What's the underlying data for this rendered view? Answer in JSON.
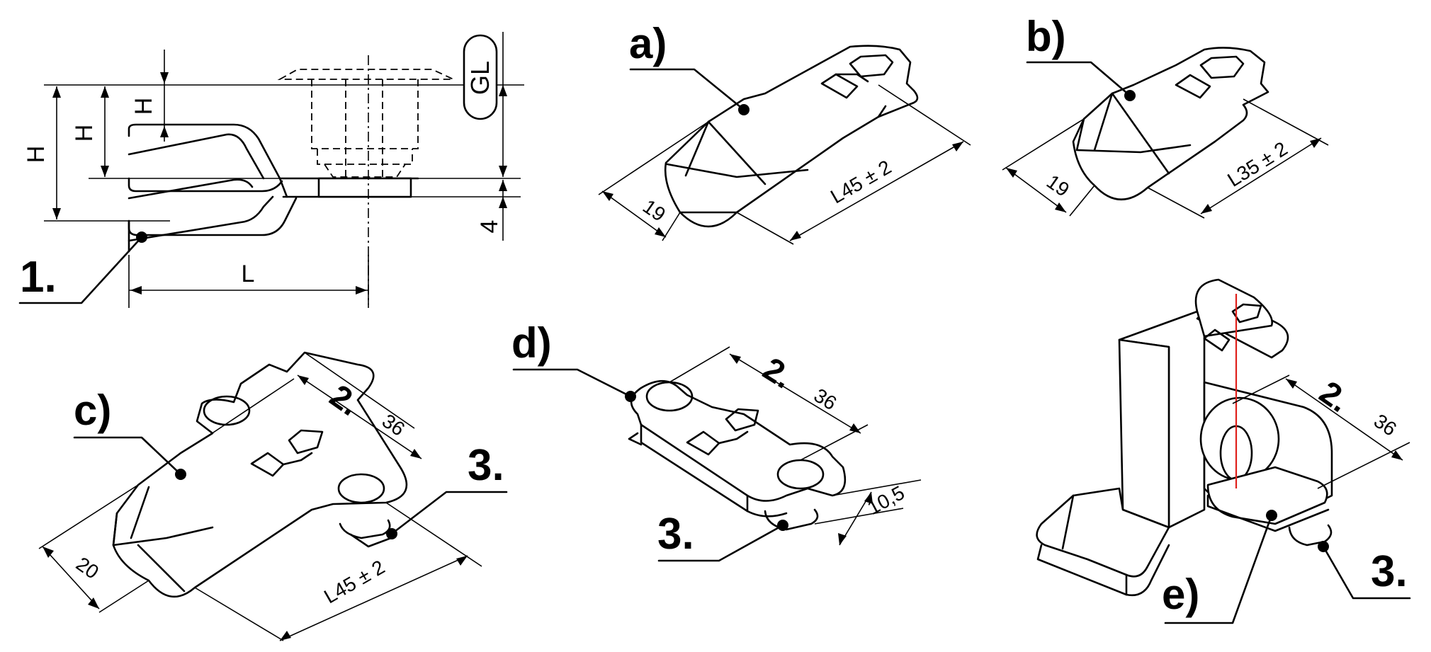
{
  "figure": {
    "callouts": {
      "a": "a)",
      "b": "b)",
      "c": "c)",
      "d": "d)",
      "e": "e)"
    },
    "items": {
      "item1": "1.",
      "item2": "2.",
      "item3": "3."
    },
    "side_view": {
      "dim_H": "H",
      "dim_L": "L",
      "dim_4": "4",
      "dim_GL": "GL"
    },
    "variant_a": {
      "dim_width": "19",
      "dim_length": "L45 ± 2"
    },
    "variant_b": {
      "dim_width": "19",
      "dim_length": "L35 ± 2"
    },
    "variant_c": {
      "dim_width": "20",
      "dim_length": "L45 ± 2",
      "dim_hole_spacing": "36"
    },
    "variant_d": {
      "dim_hole_spacing": "36",
      "dim_thickness": "10,5"
    },
    "variant_e": {
      "dim_hole_spacing": "36"
    },
    "accent_color": "#e0201b"
  }
}
